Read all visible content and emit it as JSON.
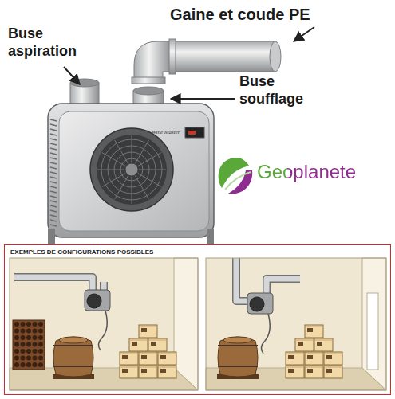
{
  "diagram": {
    "nodes": [
      {
        "text": [
          "EXEMPLES DE CONFIGURATIONS POSSIBLES"
        ]
      }
    ],
    "labels": [
      "Gaine et coude PE",
      "Buse aspiration",
      "Buse soufflage",
      "Wine Master",
      "Geoplanete"
    ]
  }
}
